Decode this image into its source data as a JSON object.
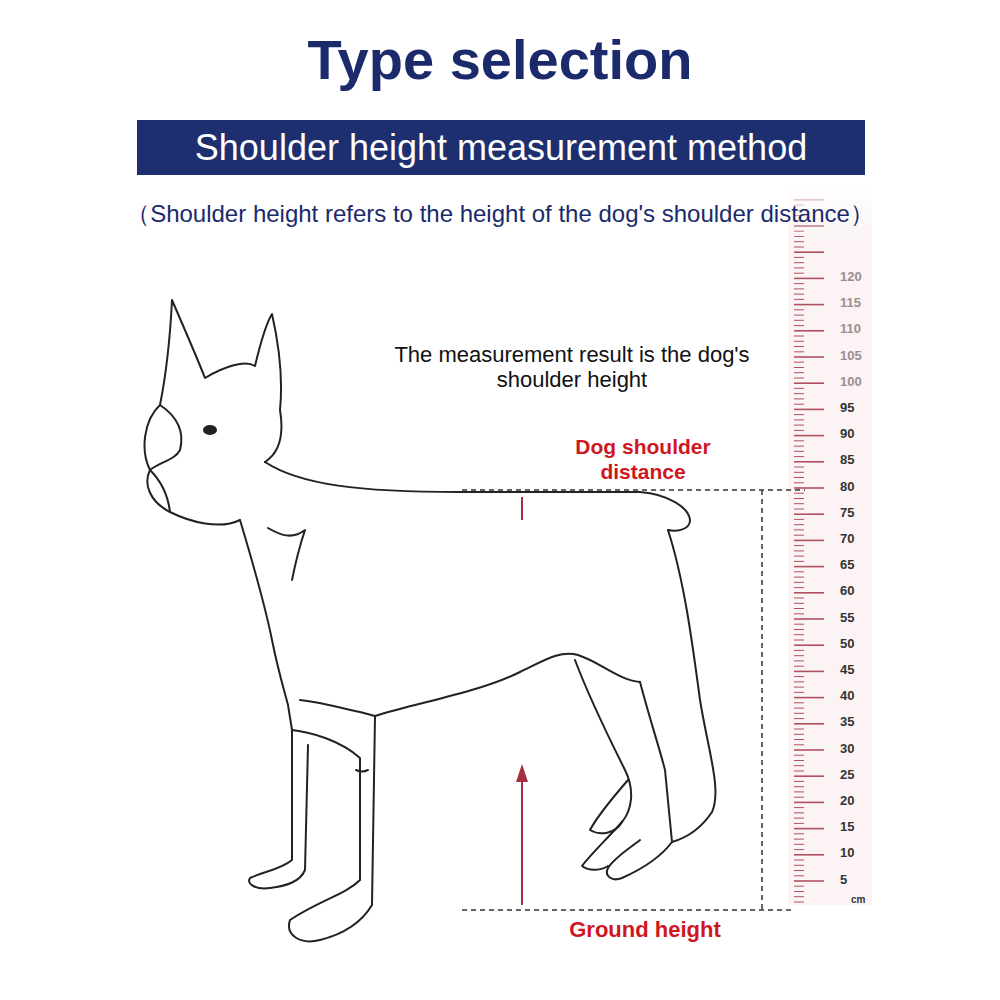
{
  "diagram": {
    "title": "Type selection",
    "nodes": [
      {
        "text": [
          "Shoulder height measurement method"
        ]
      }
    ],
    "labels": [
      "（Shoulder height refers to the height of the dog's shoulder distance）",
      "The measurement result is the dog's shoulder height",
      "Dog shoulder distance",
      "120",
      "115",
      "110",
      "105",
      "100",
      "95",
      "90",
      "85",
      "80",
      "75",
      "70",
      "65",
      "60",
      "55",
      "50",
      "45",
      "40",
      "35",
      "30",
      "25",
      "20",
      "15",
      "10",
      "5",
      "cm",
      "Ground height"
    ]
  }
}
